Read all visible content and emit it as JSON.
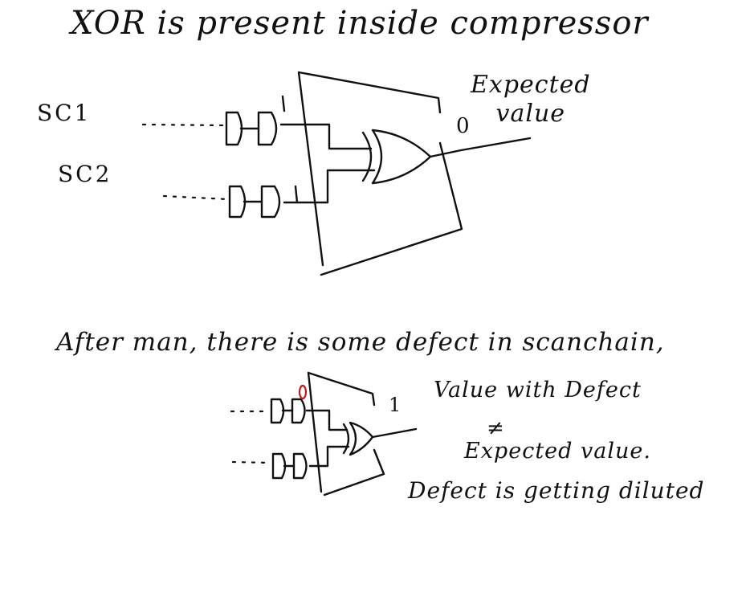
{
  "title": "XOR is present inside compressor",
  "labels": {
    "sc1": "SC1",
    "sc2": "SC2",
    "expected_value": [
      "Expected",
      "value"
    ],
    "output_bit_top": "0",
    "after_text": "After man, there is some defect in scanchain,",
    "output_bit_bottom": "1",
    "value_with_defect": "Value with Defect",
    "not_equal": "≠",
    "expected_value_2": "Expected value.",
    "defect_diluted": "Defect is getting diluted"
  },
  "colors": {
    "ink": "#111111",
    "defect_mark": "#c0181f"
  }
}
